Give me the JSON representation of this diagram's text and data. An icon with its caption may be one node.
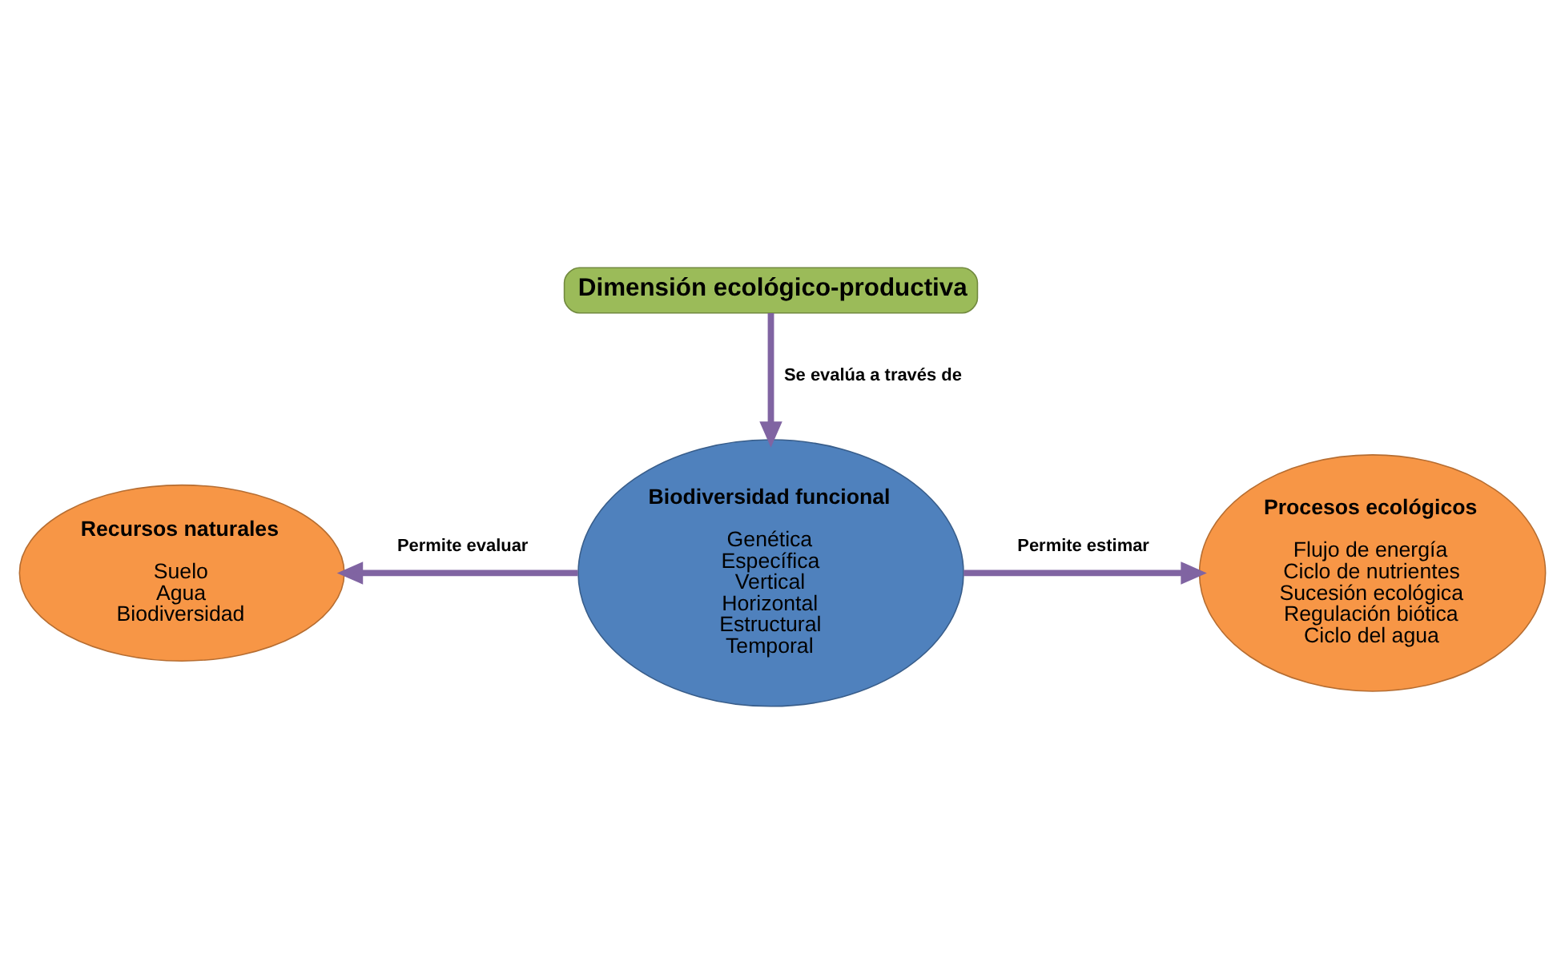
{
  "diagram": {
    "nodes": [
      {
        "text": [
          "Dimensión ecológico-productiva"
        ]
      },
      {
        "text": [
          "Biodiversidad funcional",
          "Genética",
          "Específica",
          "Vertical",
          "Horizontal",
          "Estructural",
          "Temporal"
        ]
      },
      {
        "text": [
          "Recursos naturales",
          "Suelo",
          "Agua",
          "Biodiversidad"
        ]
      },
      {
        "text": [
          "Procesos ecológicos",
          "Flujo de energía",
          "Ciclo de nutrientes",
          "Sucesión ecológica",
          "Regulación biótica",
          "Ciclo del agua"
        ]
      }
    ],
    "edges": [
      {
        "from": 0,
        "to": 1,
        "arrow": "to",
        "label": "Se evalúa a través de"
      },
      {
        "from": 1,
        "to": 2,
        "arrow": "to",
        "label": "Permite evaluar"
      },
      {
        "from": 1,
        "to": 3,
        "arrow": "to",
        "label": "Permite estimar"
      }
    ]
  }
}
